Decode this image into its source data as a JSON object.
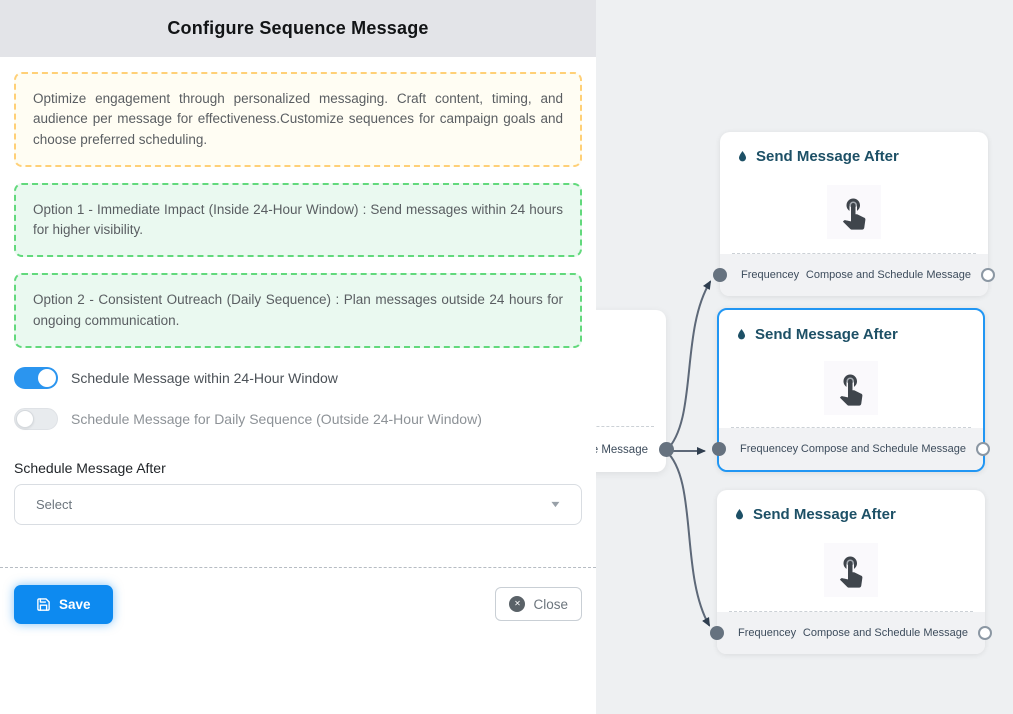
{
  "colors": {
    "panel_header_bg": "#e3e4e8",
    "canvas_bg": "#eef0f2",
    "accent_blue": "#2196f3",
    "save_button_blue": "#0d8af0",
    "toggle_on_blue": "#2b95ef",
    "info_yellow_border": "#ffd077",
    "info_green_border": "#62d97c",
    "node_title_navy": "#1d5066",
    "edge_gray": "#5d6878"
  },
  "icons": {
    "node_header": "water-drop",
    "node_body": "tap-gesture-hand",
    "save": "floppy-disk",
    "close": "circle-x",
    "select": "chevron-down"
  },
  "panel": {
    "title": "Configure Sequence Message",
    "intro_text": "Optimize engagement through personalized messaging. Craft content, timing, and audience per message for effectiveness.Customize sequences for campaign goals and choose preferred scheduling.",
    "options": [
      {
        "text": "Option 1 - Immediate Impact (Inside 24-Hour Window) : Send messages within 24 hours for higher visibility."
      },
      {
        "text": "Option 2 - Consistent Outreach (Daily Sequence) : Plan messages outside 24 hours for ongoing communication."
      }
    ],
    "toggles": [
      {
        "label": "Schedule Message within 24-Hour Window",
        "state": "on"
      },
      {
        "label": "Schedule Message for Daily Sequence (Outside 24-Hour Window)",
        "state": "off"
      }
    ],
    "schedule_after": {
      "label": "Schedule Message After",
      "placeholder": "Select"
    },
    "actions": {
      "save_label": "Save",
      "close_label": "Close"
    }
  },
  "canvas": {
    "partial_node": {
      "visible_footer_text": "ce Message"
    },
    "nodes": [
      {
        "title": "Send Message After",
        "footer_left": "Frequencey",
        "footer_right": "Compose and Schedule Message",
        "selected": false
      },
      {
        "title": "Send Message After",
        "footer_left": "Frequencey",
        "footer_right": "Compose and Schedule Message",
        "selected": true
      },
      {
        "title": "Send Message After",
        "footer_left": "Frequencey",
        "footer_right": "Compose and Schedule Message",
        "selected": false
      }
    ]
  }
}
